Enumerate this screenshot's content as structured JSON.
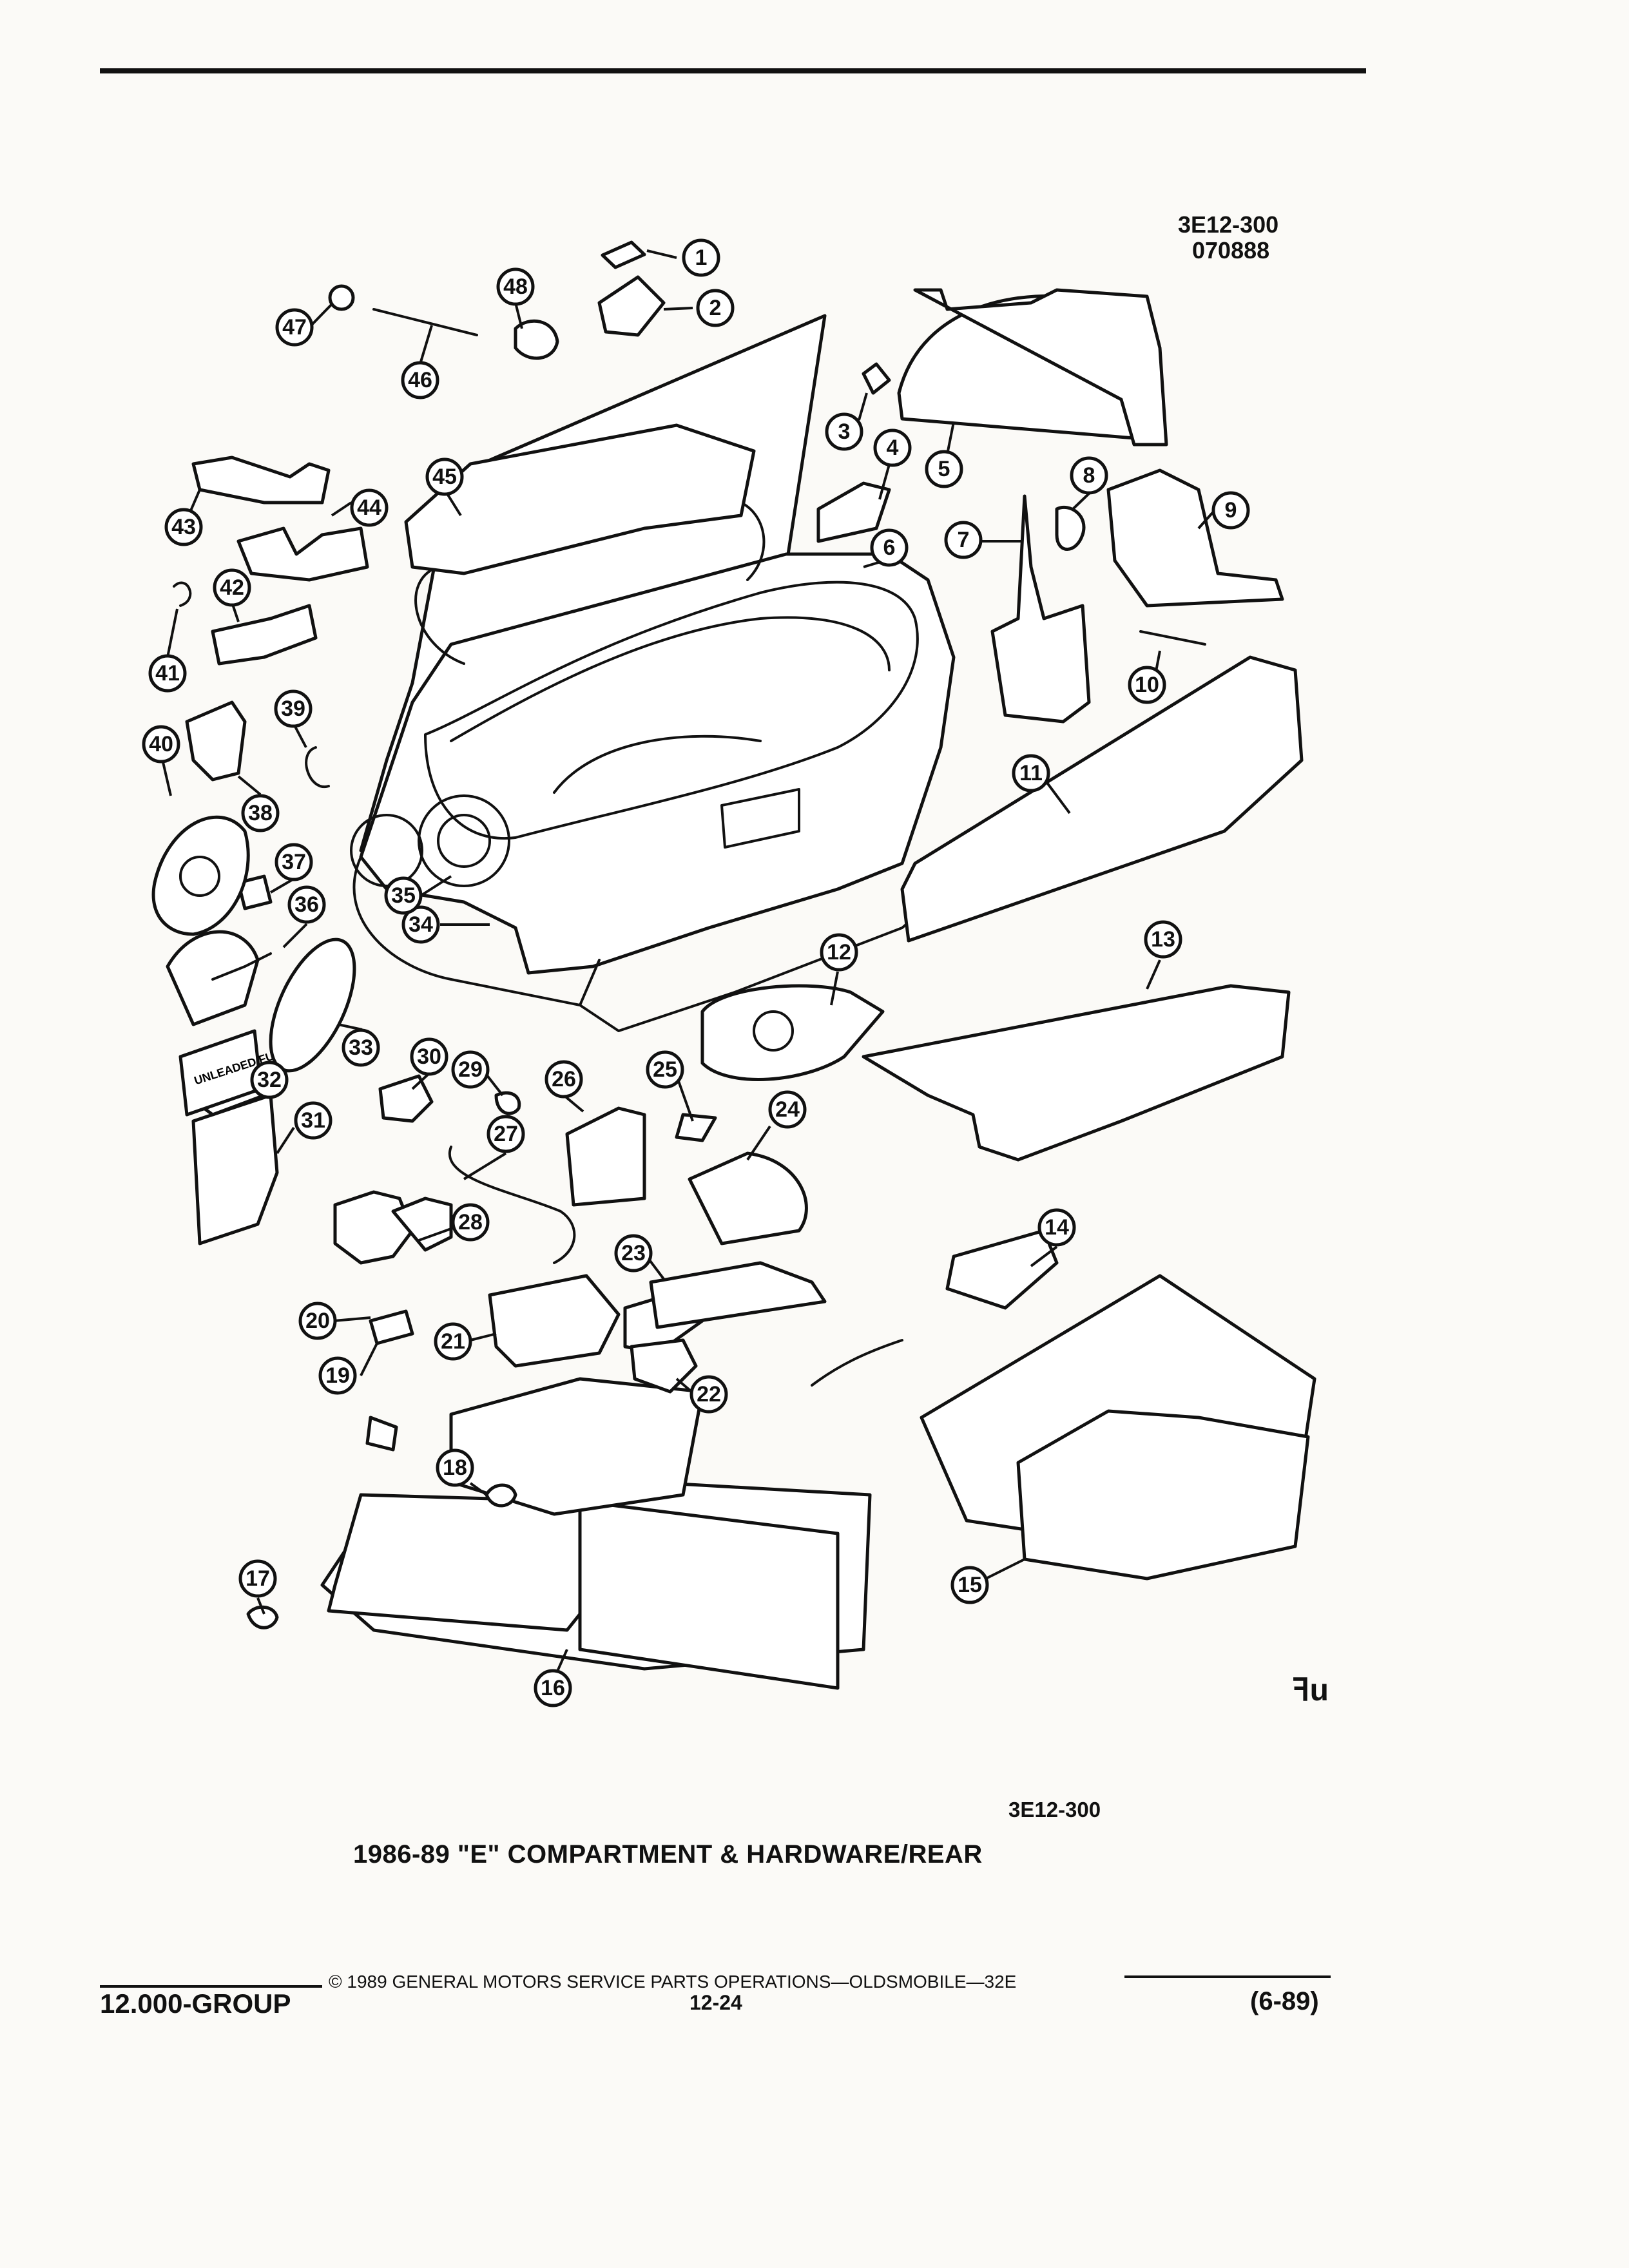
{
  "header": {
    "ref_code": "3E12-300",
    "ref_date": "070888"
  },
  "figure": {
    "ref_code_bottom": "3E12-300",
    "title": "1986-89 \"E\" COMPARTMENT & HARDWARE/REAR",
    "fuel_label": "UNLEADED FUEL ONLY",
    "callouts": [
      "1",
      "2",
      "3",
      "4",
      "5",
      "6",
      "7",
      "8",
      "9",
      "10",
      "11",
      "12",
      "13",
      "14",
      "15",
      "16",
      "17",
      "18",
      "19",
      "20",
      "21",
      "22",
      "23",
      "24",
      "25",
      "26",
      "27",
      "28",
      "29",
      "30",
      "31",
      "32",
      "33",
      "34",
      "35",
      "36",
      "37",
      "38",
      "39",
      "40",
      "41",
      "42",
      "43",
      "44",
      "45",
      "46",
      "47",
      "48"
    ]
  },
  "footer": {
    "copyright": "© 1989 GENERAL MOTORS SERVICE PARTS OPERATIONS—OLDSMOBILE—32E",
    "group": "12.000-GROUP",
    "page_number": "12-24",
    "revision": "(6-89)",
    "mark": "ꟻu"
  }
}
